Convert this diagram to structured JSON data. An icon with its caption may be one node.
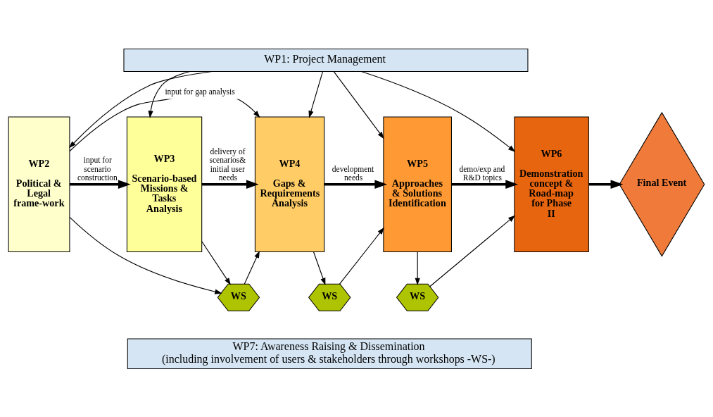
{
  "diagram": {
    "nodes": [
      {
        "text": [
          "WP1: Project Management"
        ]
      },
      {
        "text": [
          "WP2",
          "Political & Legal frame-work"
        ]
      },
      {
        "text": [
          "WP3",
          "Scenario-based Missions & Tasks Analysis"
        ]
      },
      {
        "text": [
          "WP4",
          "Gaps & Requirements Analysis"
        ]
      },
      {
        "text": [
          "WP5",
          "Approaches & Solutions Identification"
        ]
      },
      {
        "text": [
          "WP6",
          "Demonstration concept & Road-map for Phase II"
        ]
      },
      {
        "text": [
          "Final Event"
        ]
      },
      {
        "text": [
          "WS"
        ]
      },
      {
        "text": [
          "WS"
        ]
      },
      {
        "text": [
          "WS"
        ]
      },
      {
        "text": [
          "WP7: Awareness Raising & Dissemination",
          "(including involvement of users & stakeholders through workshops -WS-)"
        ]
      }
    ],
    "edges": [
      {
        "from": 0,
        "to": 1,
        "arrow": "to"
      },
      {
        "from": 0,
        "to": 2,
        "arrow": "to"
      },
      {
        "from": 0,
        "to": 3,
        "arrow": "to"
      },
      {
        "from": 0,
        "to": 4,
        "arrow": "to"
      },
      {
        "from": 0,
        "to": 5,
        "arrow": "to"
      },
      {
        "from": 1,
        "to": 2,
        "arrow": "to",
        "label": "input for scenario construction",
        "style": "thick"
      },
      {
        "from": 2,
        "to": 3,
        "arrow": "to",
        "label": "delivery of scenarios& initial user needs",
        "style": "thick"
      },
      {
        "from": 1,
        "to": 3,
        "arrow": "to",
        "label": "input for gap analysis"
      },
      {
        "from": 3,
        "to": 4,
        "arrow": "to",
        "label": "development needs",
        "style": "thick"
      },
      {
        "from": 4,
        "to": 5,
        "arrow": "to",
        "label": "demo/exp and R&D topics",
        "style": "thick"
      },
      {
        "from": 5,
        "to": 6,
        "arrow": "to",
        "style": "thick"
      },
      {
        "from": 1,
        "to": 7,
        "arrow": "to"
      },
      {
        "from": 2,
        "to": 7,
        "arrow": "to"
      },
      {
        "from": 7,
        "to": 3,
        "arrow": "to"
      },
      {
        "from": 3,
        "to": 8,
        "arrow": "to"
      },
      {
        "from": 8,
        "to": 4,
        "arrow": "to"
      },
      {
        "from": 4,
        "to": 9,
        "arrow": "to"
      },
      {
        "from": 9,
        "to": 5,
        "arrow": "to"
      }
    ]
  }
}
